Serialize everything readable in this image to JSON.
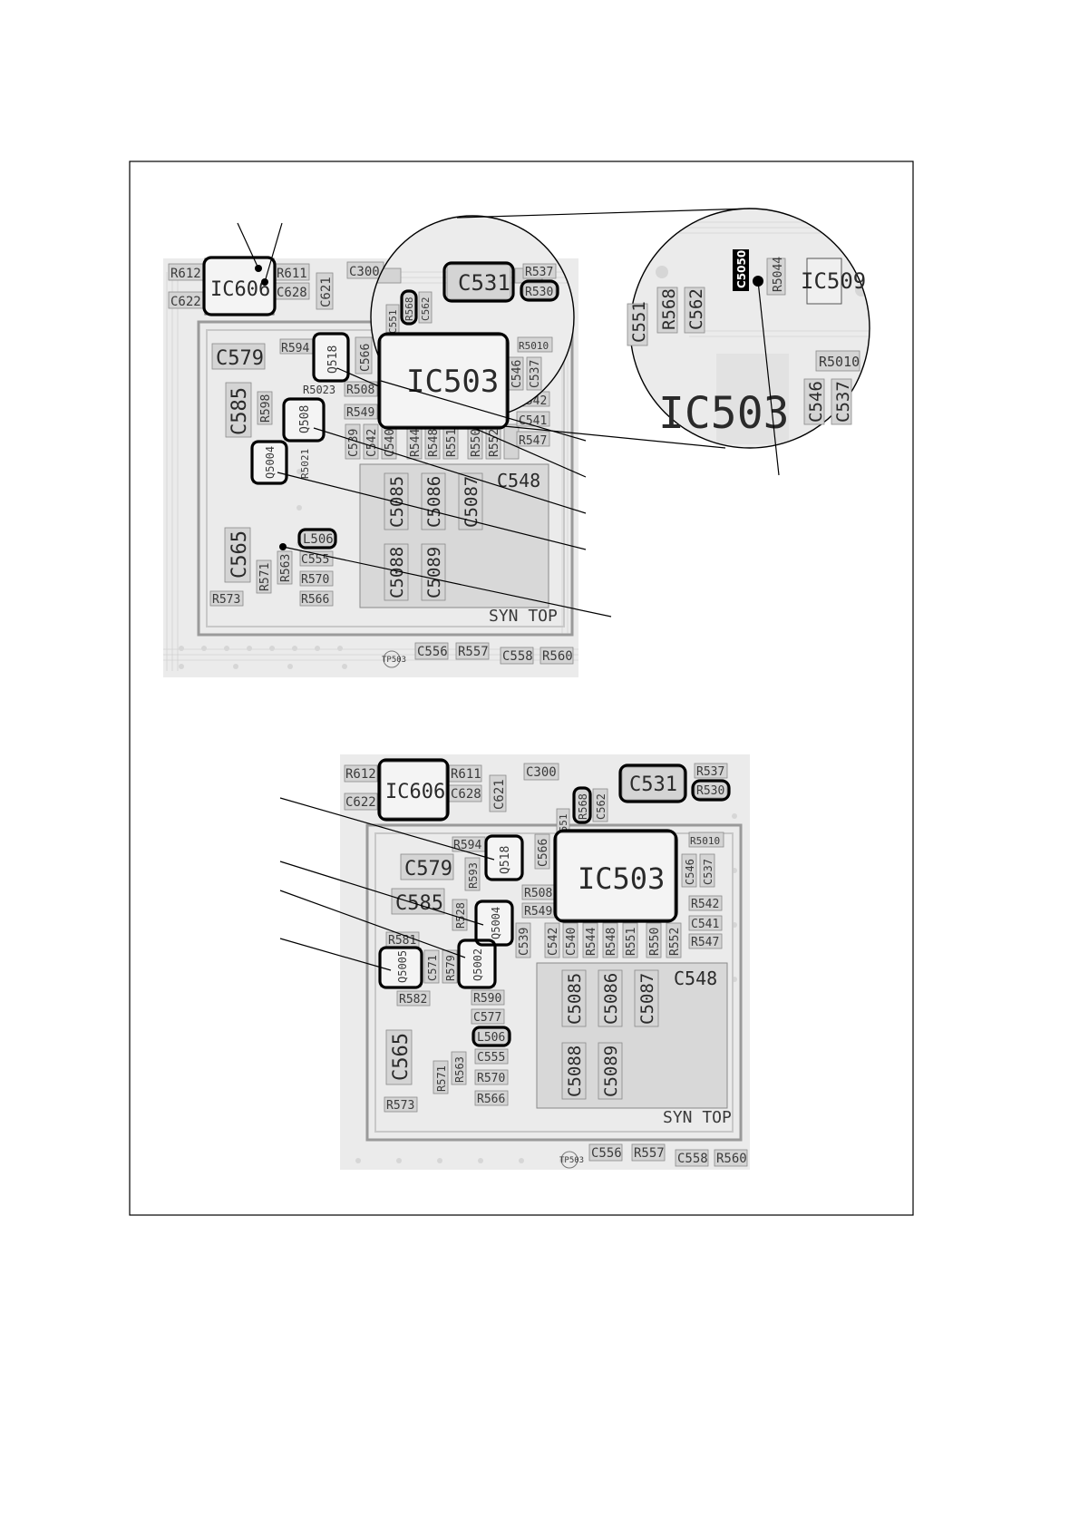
{
  "top_view": {
    "labels": {
      "ic606": "IC606",
      "r612": "R612",
      "r611": "R611",
      "c622": "C622",
      "c628": "C628",
      "c621": "C621",
      "c300": "C300",
      "c531": "C531",
      "r537": "R537",
      "r530": "R530",
      "c551": "C551",
      "r568": "R568",
      "c562": "C562",
      "c579": "C579",
      "r594": "R594",
      "q518": "Q518",
      "c566": "C566",
      "r5010": "R5010",
      "ic503": "IC503",
      "c546": "C546",
      "c537": "C537",
      "c585": "C585",
      "r598": "R598",
      "r5023": "R5023",
      "r508": "R508",
      "r549": "R549",
      "r542": "R542",
      "c541": "C541",
      "r547": "R547",
      "q508": "Q508",
      "c539": "C539",
      "c542": "C542",
      "c540": "C540",
      "r544": "R544",
      "r548": "R548",
      "r551": "R551",
      "r550": "R550",
      "r552": "R552",
      "q5004": "Q5004",
      "r5021": "R5021",
      "c548": "C548",
      "c5085": "C5085",
      "c5086": "C5086",
      "c5087": "C5087",
      "c565": "C565",
      "l506": "L506",
      "c555": "C555",
      "r563": "R563",
      "r571": "R571",
      "r570": "R570",
      "r566": "R566",
      "c5088": "C5088",
      "c5089": "C5089",
      "r573": "R573",
      "syn_top": "SYN TOP",
      "tp503": "TP503",
      "c556": "C556",
      "r557": "R557",
      "c558": "C558",
      "r560": "R560"
    }
  },
  "zoom_view": {
    "labels": {
      "c5050": "C5050",
      "r5044": "R5044",
      "ic509": "IC509",
      "c551": "C551",
      "r568": "R568",
      "c562": "C562",
      "r5010": "R5010",
      "ic503": "IC503",
      "c546": "C546",
      "c537": "C537"
    }
  },
  "bottom_view": {
    "labels": {
      "r612": "R612",
      "ic606": "IC606",
      "r611": "R611",
      "c300": "C300",
      "c531": "C531",
      "r537": "R537",
      "r530": "R530",
      "c622": "C622",
      "c628": "C628",
      "c621": "C621",
      "r568": "R568",
      "c562": "C562",
      "c551": "C551",
      "r594": "R594",
      "q518": "Q518",
      "c566": "C566",
      "r5010": "R5010",
      "ic503": "IC503",
      "c546": "C546",
      "c537": "C537",
      "c579": "C579",
      "r593": "R593",
      "r508": "R508",
      "r542": "R542",
      "c585": "C585",
      "r528": "R528",
      "q5004": "Q5004",
      "r549": "R549",
      "c541": "C541",
      "r547": "R547",
      "c539": "C539",
      "c542": "C542",
      "c540": "C540",
      "r544": "R544",
      "r548": "R548",
      "r551": "R551",
      "r550": "R550",
      "r552": "R552",
      "r581": "R581",
      "q5005": "Q5005",
      "c571": "C571",
      "r579": "R579",
      "q5002": "Q5002",
      "r582": "R582",
      "r590": "R590",
      "c548": "C548",
      "c5085": "C5085",
      "c5086": "C5086",
      "c5087": "C5087",
      "c577": "C577",
      "l506": "L506",
      "c565": "C565",
      "c555": "C555",
      "r571": "R571",
      "r563": "R563",
      "r570": "R570",
      "r566": "R566",
      "c5088": "C5088",
      "c5089": "C5089",
      "r573": "R573",
      "syn_top": "SYN TOP",
      "tp503": "TP503",
      "c556": "C556",
      "r557": "R557",
      "c558": "C558",
      "r560": "R560"
    }
  }
}
